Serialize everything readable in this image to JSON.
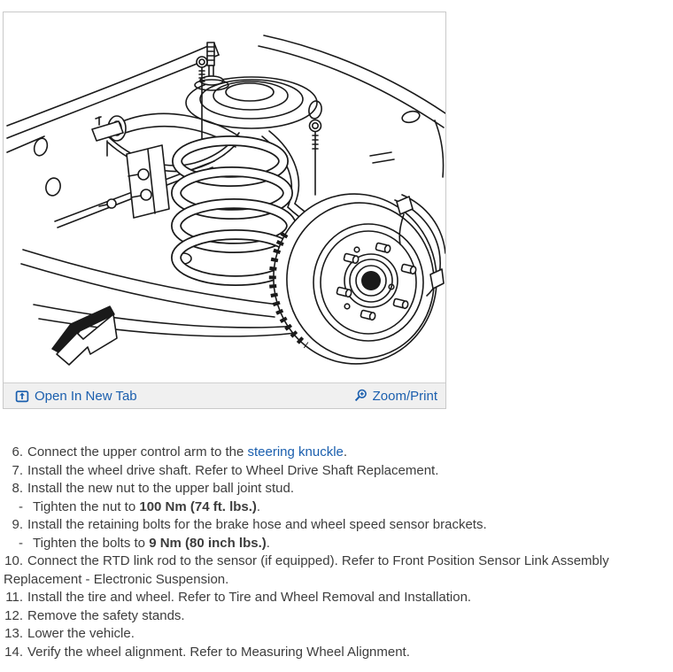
{
  "toolbar": {
    "open_in_new_tab": "Open In New Tab",
    "zoom_print": "Zoom/Print"
  },
  "colors": {
    "link_blue": "#1b5fae",
    "body_text": "#3d3d3d",
    "toolbar_bg": "#f0f0f0",
    "card_border": "#c9c9c9",
    "diagram_line": "#1a1a1a"
  },
  "figure": {
    "description": "Technical line drawing of front suspension: upper control arm, ball joint stud bolts, coil spring, brake rotor and hub with wheel studs, lower control arm, brake hose brackets, direction arrow"
  },
  "steps": [
    {
      "number": "6.",
      "parts": [
        {
          "t": "Connect the upper control arm to the "
        },
        {
          "t": "steering knuckle",
          "style": "link"
        },
        {
          "t": "."
        }
      ]
    },
    {
      "number": "7.",
      "parts": [
        {
          "t": "Install the wheel drive shaft. Refer to Wheel Drive Shaft Replacement."
        }
      ]
    },
    {
      "number": "8.",
      "parts": [
        {
          "t": "Install the new nut to the upper ball joint stud."
        }
      ]
    },
    {
      "number": "-",
      "sub": true,
      "parts": [
        {
          "t": "Tighten the nut to "
        },
        {
          "t": "100 Nm (74 ft. lbs.)",
          "style": "bold"
        },
        {
          "t": "."
        }
      ]
    },
    {
      "number": "9.",
      "parts": [
        {
          "t": "Install the retaining bolts for the brake hose and wheel speed sensor brackets."
        }
      ]
    },
    {
      "number": "-",
      "sub": true,
      "parts": [
        {
          "t": "Tighten the bolts to "
        },
        {
          "t": "9 Nm (80 inch lbs.)",
          "style": "bold"
        },
        {
          "t": "."
        }
      ]
    },
    {
      "number": "10.",
      "parts": [
        {
          "t": "Connect the RTD link rod to the sensor (if equipped). Refer to Front Position Sensor Link Assembly Replacement - Electronic Suspension."
        }
      ]
    },
    {
      "number": "11.",
      "parts": [
        {
          "t": "Install the tire and wheel. Refer to Tire and Wheel Removal and Installation."
        }
      ]
    },
    {
      "number": "12.",
      "parts": [
        {
          "t": "Remove the safety stands."
        }
      ]
    },
    {
      "number": "13.",
      "parts": [
        {
          "t": "Lower the vehicle."
        }
      ]
    },
    {
      "number": "14.",
      "parts": [
        {
          "t": "Verify the wheel alignment. Refer to Measuring Wheel Alignment."
        }
      ]
    }
  ]
}
